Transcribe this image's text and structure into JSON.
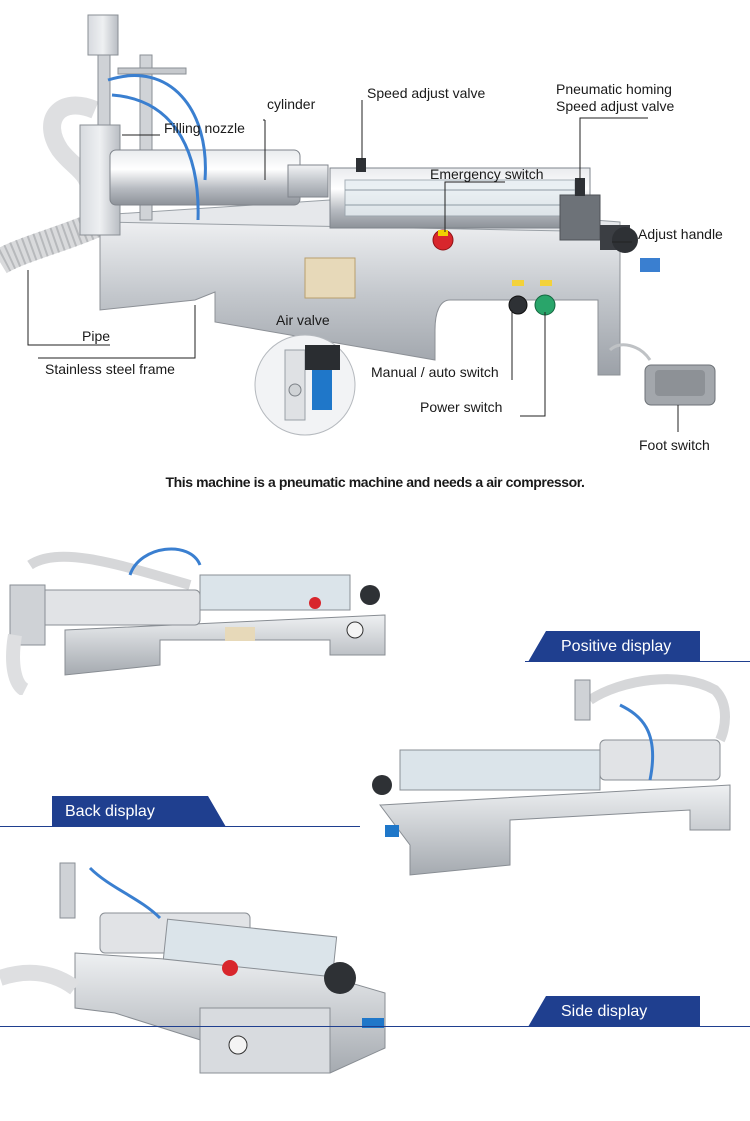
{
  "labels": {
    "cylinder": "cylinder",
    "speed_adjust_valve": "Speed adjust valve",
    "pneumatic_homing_1": "Pneumatic homing",
    "pneumatic_homing_2": "Speed adjust valve",
    "filling_nozzle": "Filling nozzle",
    "emergency_switch": "Emergency switch",
    "adjust_handle": "Adjust handle",
    "air_valve": "Air valve",
    "pipe": "Pipe",
    "stainless_steel_frame": "Stainless steel frame",
    "manual_auto_switch": "Manual / auto switch",
    "power_switch": "Power switch",
    "foot_switch": "Foot switch"
  },
  "note": "This machine is a pneumatic machine and needs a air compressor.",
  "banners": {
    "positive": "Positive display",
    "back": "Back display",
    "side": "Side display"
  },
  "colors": {
    "banner": "#1f3f8f",
    "steel": "#c9ccd1",
    "tube_blue": "#3a7fd0",
    "emergency_red": "#d8262c"
  }
}
